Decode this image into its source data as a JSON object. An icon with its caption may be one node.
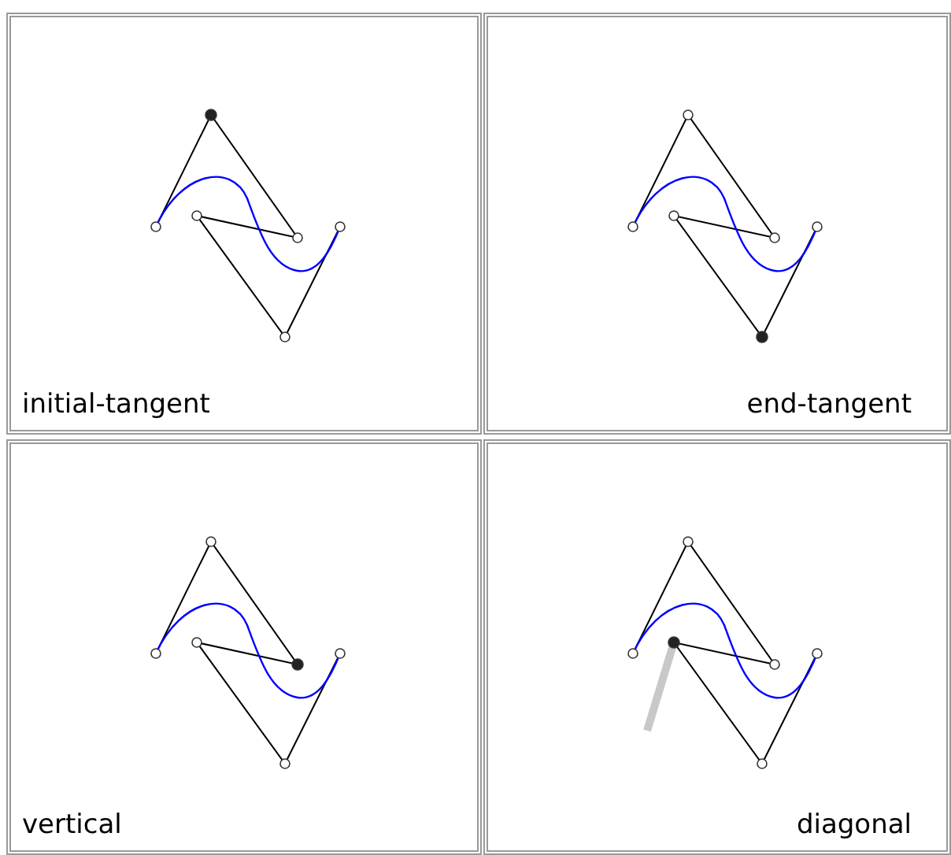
{
  "diagram": {
    "nodes": [
      {
        "text": [
          "initial-tangent"
        ]
      },
      {
        "text": [
          "end-tangent"
        ]
      },
      {
        "text": [
          "vertical"
        ]
      },
      {
        "text": [
          "diagonal"
        ]
      }
    ]
  }
}
